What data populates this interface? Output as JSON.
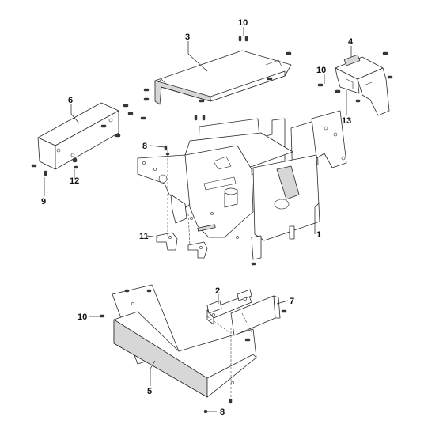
{
  "callouts": [
    {
      "id": "1",
      "label": "1"
    },
    {
      "id": "2",
      "label": "2"
    },
    {
      "id": "3",
      "label": "3"
    },
    {
      "id": "4",
      "label": "4"
    },
    {
      "id": "5",
      "label": "5"
    },
    {
      "id": "6",
      "label": "6"
    },
    {
      "id": "7",
      "label": "7"
    },
    {
      "id": "8a",
      "label": "8"
    },
    {
      "id": "8b",
      "label": "8"
    },
    {
      "id": "9",
      "label": "9"
    },
    {
      "id": "10a",
      "label": "10"
    },
    {
      "id": "10b",
      "label": "10"
    },
    {
      "id": "10c",
      "label": "10"
    },
    {
      "id": "11",
      "label": "11"
    },
    {
      "id": "12",
      "label": "12"
    },
    {
      "id": "13",
      "label": "13"
    }
  ]
}
